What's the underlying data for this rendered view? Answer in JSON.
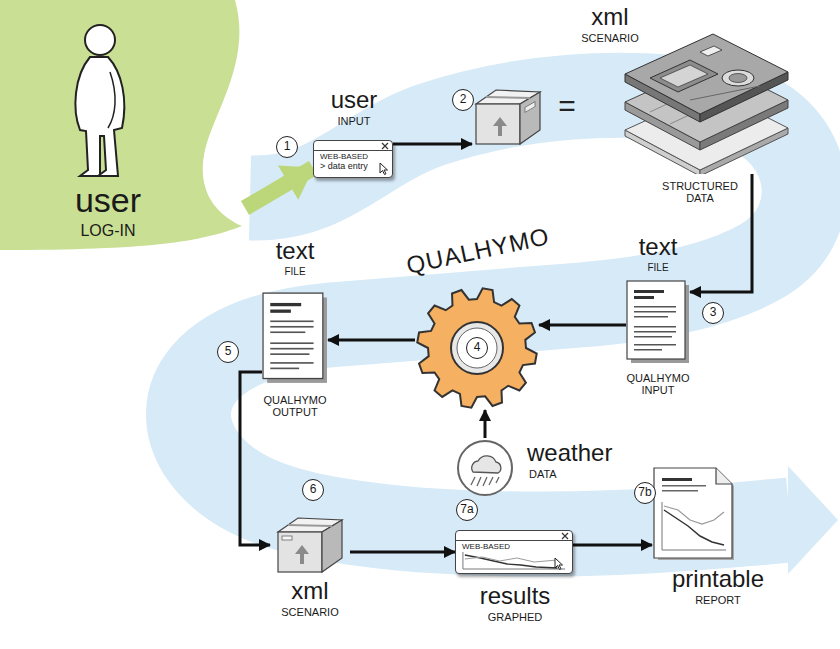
{
  "diagram": {
    "nodes": [
      {
        "text": [
          "user",
          "LOG-IN"
        ]
      },
      {
        "text": [
          "user",
          "INPUT",
          "WEB-BASED",
          "> data entry"
        ]
      },
      {
        "text": [
          "xml",
          "SCENARIO"
        ]
      },
      {
        "text": [
          "STRUCTURED DATA"
        ]
      },
      {
        "text": [
          "text",
          "FILE",
          "QUALHYMO INPUT"
        ]
      },
      {
        "text": [
          "QUALHYMO"
        ]
      },
      {
        "text": [
          "text",
          "FILE",
          "QUALHYMO OUTPUT"
        ]
      },
      {
        "text": [
          "weather",
          "DATA"
        ]
      },
      {
        "text": [
          "xml",
          "SCENARIO"
        ]
      },
      {
        "text": [
          "WEB-BASED",
          "results",
          "GRAPHED"
        ]
      },
      {
        "text": [
          "printable",
          "REPORT"
        ]
      }
    ],
    "edges": [
      {
        "from": 0,
        "to": 1,
        "arrow": "to"
      },
      {
        "from": 1,
        "to": 2,
        "arrow": "to"
      },
      {
        "from": 3,
        "to": 4,
        "arrow": "to"
      },
      {
        "from": 4,
        "to": 5,
        "arrow": "to"
      },
      {
        "from": 5,
        "to": 6,
        "arrow": "to"
      },
      {
        "from": 7,
        "to": 5,
        "arrow": "to"
      },
      {
        "from": 6,
        "to": 8,
        "arrow": "to"
      },
      {
        "from": 8,
        "to": 9,
        "arrow": "to"
      },
      {
        "from": 9,
        "to": 10,
        "arrow": "to"
      }
    ],
    "labels": [
      "1",
      "2",
      "=",
      "3",
      "4",
      "5",
      "6",
      "7a",
      "7b"
    ]
  }
}
